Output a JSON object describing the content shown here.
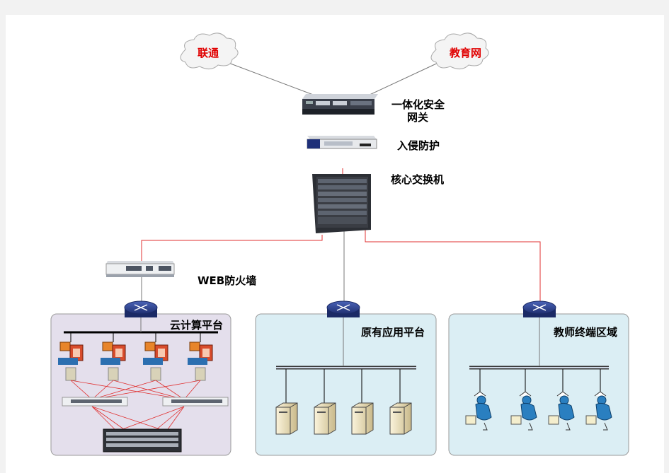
{
  "clouds": {
    "left": "联通",
    "right": "教育网"
  },
  "devices": {
    "gateway_line1": "一体化安全",
    "gateway_line2": "网关",
    "ips": "入侵防护",
    "core_switch": "核心交换机",
    "waf": "WEB防火墙"
  },
  "zones": {
    "cloud": "云计算平台",
    "legacy": "原有应用平台",
    "teacher": "教师终端区域"
  },
  "colors": {
    "cloud_zone_fill": "#e4dfec",
    "app_zone_fill": "#dbeef4",
    "red_link": "#e03030",
    "gray_link": "#777777",
    "switch_blue": "#2a3f8a"
  }
}
